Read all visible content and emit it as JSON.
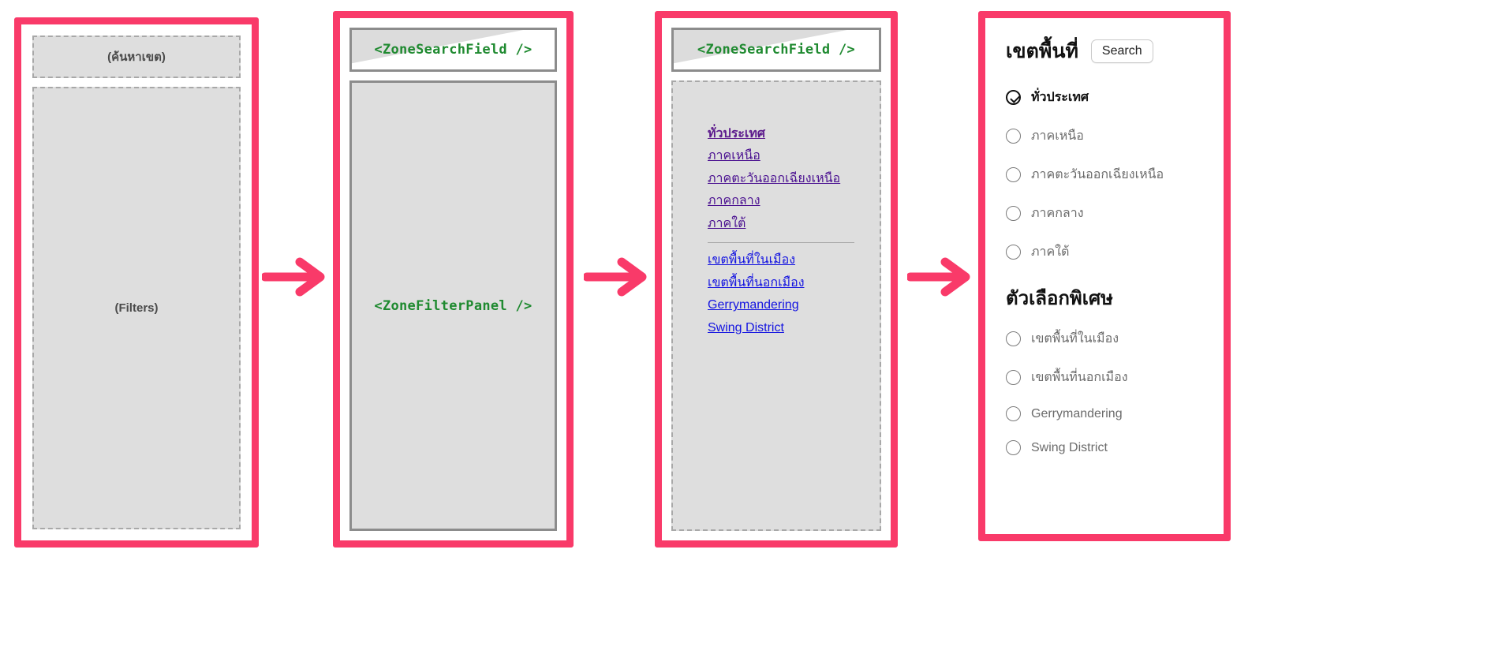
{
  "theme": {
    "frame_color": "#F93A69",
    "placeholder_fill": "#dedede",
    "code_green": "#1F8A30",
    "link_blue": "#1414E0",
    "link_visited": "#5C1A8C"
  },
  "panel1": {
    "search_placeholder_label": "(ค้นหาเขต)",
    "filters_label": "(Filters)"
  },
  "panel2": {
    "search_component": "<ZoneSearchField />",
    "filter_component": "<ZoneFilterPanel />"
  },
  "panel3": {
    "search_component": "<ZoneSearchField />",
    "zone_links": [
      {
        "label": "ทั่วประเทศ",
        "state": "visited"
      },
      {
        "label": "ภาคเหนือ",
        "state": "link"
      },
      {
        "label": "ภาคตะวันออกเฉียงเหนือ",
        "state": "link"
      },
      {
        "label": "ภาคกลาง",
        "state": "link"
      },
      {
        "label": "ภาคใต้",
        "state": "link"
      }
    ],
    "special_links": [
      {
        "label": "เขตพื้นที่ในเมือง",
        "state": "link"
      },
      {
        "label": "เขตพื้นที่นอกเมือง",
        "state": "link"
      },
      {
        "label": "Gerrymandering",
        "state": "link"
      },
      {
        "label": "Swing District",
        "state": "link"
      }
    ]
  },
  "panel4": {
    "title": "เขตพื้นที่",
    "search_button": "Search",
    "zone_options": [
      {
        "label": "ทั่วประเทศ",
        "selected": true
      },
      {
        "label": "ภาคเหนือ",
        "selected": false
      },
      {
        "label": "ภาคตะวันออกเฉียงเหนือ",
        "selected": false
      },
      {
        "label": "ภาคกลาง",
        "selected": false
      },
      {
        "label": "ภาคใต้",
        "selected": false
      }
    ],
    "special_section_title": "ตัวเลือกพิเศษ",
    "special_options": [
      {
        "label": "เขตพื้นที่ในเมือง",
        "selected": false
      },
      {
        "label": "เขตพื้นที่นอกเมือง",
        "selected": false
      },
      {
        "label": "Gerrymandering",
        "selected": false
      },
      {
        "label": "Swing District",
        "selected": false
      }
    ]
  },
  "arrows": [
    {
      "name": "arrow-1-to-2"
    },
    {
      "name": "arrow-2-to-3"
    },
    {
      "name": "arrow-3-to-4"
    }
  ]
}
